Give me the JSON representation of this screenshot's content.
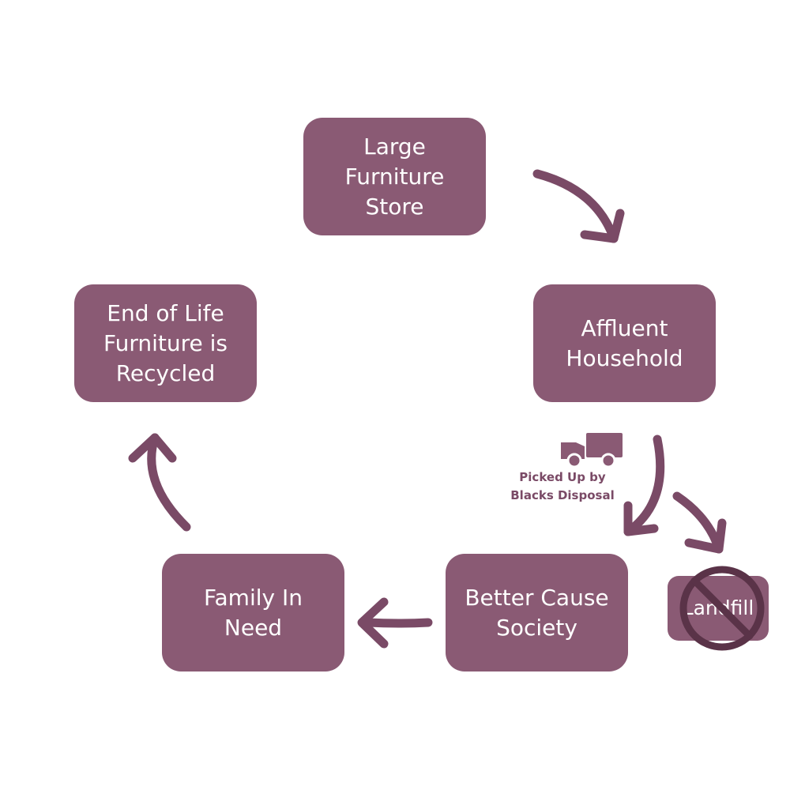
{
  "colors": {
    "box_fill": "#8a5a74",
    "arrow": "#7a4a66",
    "text_on_box": "#ffffff",
    "caption": "#7a4a66",
    "prohibition": "#5a3348"
  },
  "nodes": {
    "large_furniture_store": "Large\nFurniture\nStore",
    "affluent_household": "Affluent\nHousehold",
    "end_of_life": "End of Life\nFurniture is\nRecycled",
    "family_in_need": "Family In\nNeed",
    "better_cause": "Better Cause\nSociety",
    "landfill": "Landfill"
  },
  "pickup_caption": "Picked Up by\nBlacks Disposal",
  "icons": {
    "truck": "truck-icon",
    "prohibited": "prohibited-icon"
  }
}
